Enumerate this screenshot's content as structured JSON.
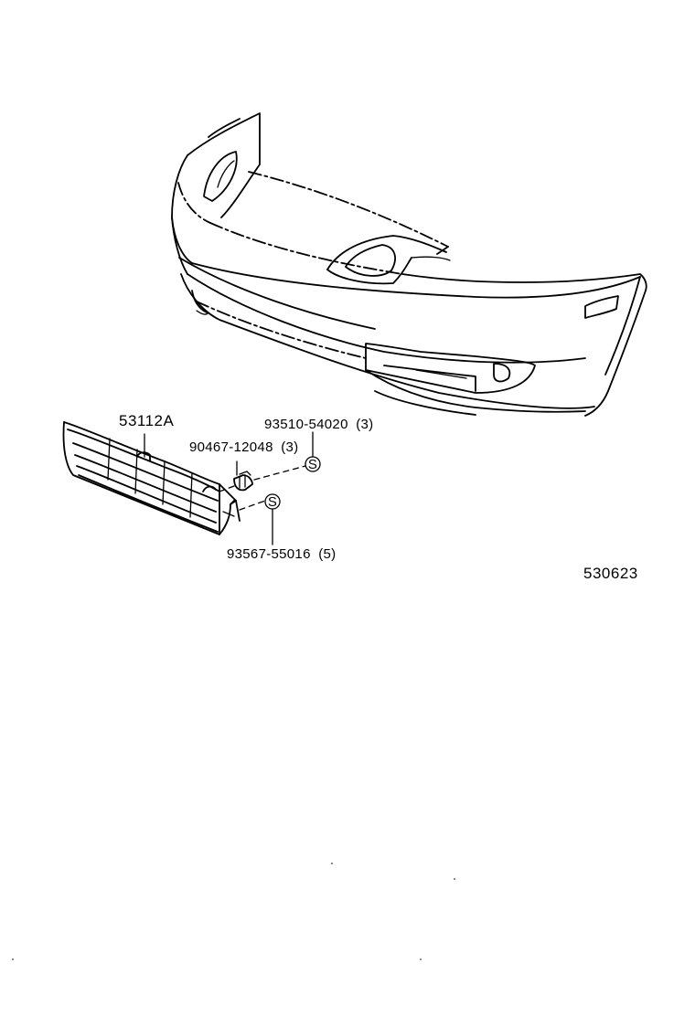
{
  "diagram": {
    "parts": {
      "grille": {
        "part_no": "53112A"
      },
      "clip": {
        "part_no": "90467-12048",
        "qty": "(3)"
      },
      "screw_a": {
        "part_no": "93510-54020",
        "qty": "(3)",
        "symbol": "S"
      },
      "screw_b": {
        "part_no": "93567-55016",
        "qty": "(5)",
        "symbol": "S"
      }
    },
    "illustration_no": "530623",
    "line_color": "#000000",
    "background": "#ffffff"
  }
}
